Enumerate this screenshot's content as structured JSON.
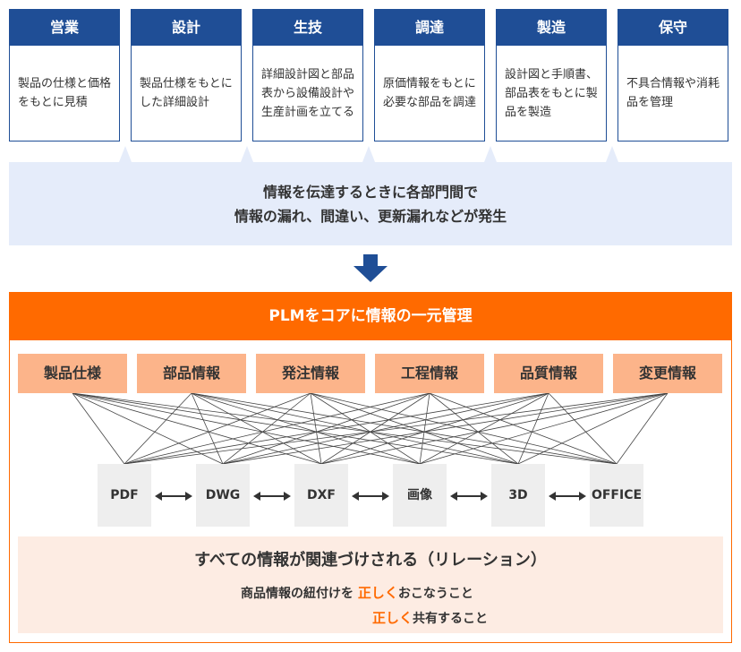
{
  "departments": [
    {
      "name": "営業",
      "desc": "製品の仕様と価格をもとに見積"
    },
    {
      "name": "設計",
      "desc": "製品仕様をもとにした詳細設計"
    },
    {
      "name": "生技",
      "desc": "詳細設計図と部品表から設備設計や生産計画を立てる"
    },
    {
      "name": "調達",
      "desc": "原価情報をもとに必要な部品を調達"
    },
    {
      "name": "製造",
      "desc": "設計図と手順書、部品表をもとに製品を製造"
    },
    {
      "name": "保守",
      "desc": "不具合情報や消耗品を管理"
    }
  ],
  "problem": {
    "line1": "情報を伝達するときに各部門間で",
    "line2": "情報の漏れ、間違い、更新漏れなどが発生"
  },
  "plm": {
    "header": "PLMをコアに情報の一元管理",
    "info_items": [
      "製品仕様",
      "部品情報",
      "発注情報",
      "工程情報",
      "品質情報",
      "変更情報"
    ],
    "formats": [
      "PDF",
      "DWG",
      "DXF",
      "画像",
      "3D",
      "OFFICE"
    ]
  },
  "relation": {
    "title": "すべての情報が関連づけされる（リレーション）",
    "line1_prefix": "商品情報の紐付けを",
    "line1_highlight": "正しく",
    "line1_suffix": "おこなうこと",
    "line2_highlight": "正しく",
    "line2_suffix": "共有すること"
  },
  "colors": {
    "navy": "#1f4e96",
    "orange": "#ff6a00",
    "salmon": "#fcb48a",
    "light_blue": "#e5ecfa",
    "peach": "#fdece3",
    "gray_box": "#eeeeee"
  }
}
